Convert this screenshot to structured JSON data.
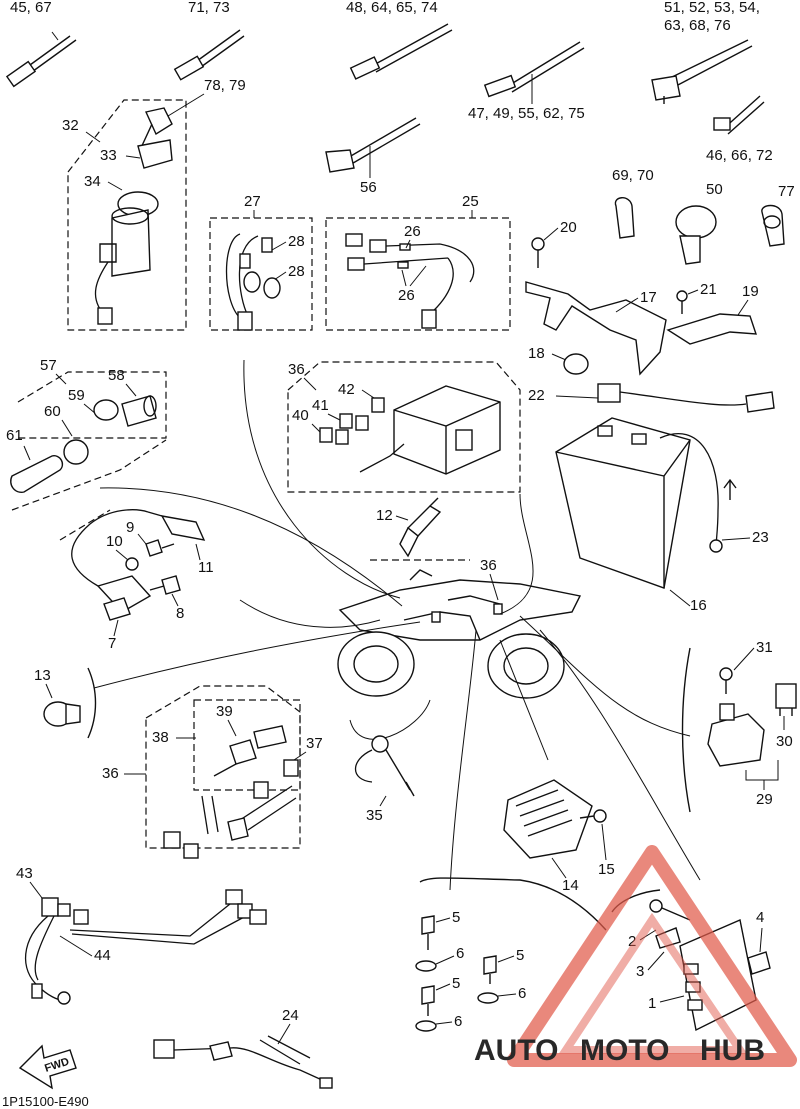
{
  "diagram": {
    "code": "1P15100-E490",
    "fwd_arrow": "FWD",
    "watermark": {
      "logo": "triangle-logo-icon",
      "part1": "AUTO",
      "part2": "MOTO",
      "part3": "HUB",
      "color_primary": "#e8a53a",
      "color_secondary": "#e05a4a",
      "color_dark": "#4a4a4a"
    },
    "labels": {
      "l_45_67": "45, 67",
      "l_71_73": "71, 73",
      "l_48_64": "48, 64, 65, 74",
      "l_51_54": "51, 52, 53, 54,",
      "l_63_76": "63, 68, 76",
      "l_47_75": "47, 49, 55, 62, 75",
      "l_46_72": "46, 66, 72",
      "l_78_79": "78, 79",
      "l_32": "32",
      "l_33": "33",
      "l_34": "34",
      "l_56": "56",
      "l_27": "27",
      "l_28a": "28",
      "l_28b": "28",
      "l_25": "25",
      "l_26a": "26",
      "l_26b": "26",
      "l_69_70": "69, 70",
      "l_50": "50",
      "l_77": "77",
      "l_20": "20",
      "l_17": "17",
      "l_21": "21",
      "l_19": "19",
      "l_18": "18",
      "l_57": "57",
      "l_58": "58",
      "l_59": "59",
      "l_60": "60",
      "l_61": "61",
      "l_36a": "36",
      "l_42": "42",
      "l_41": "41",
      "l_40": "40",
      "l_22": "22",
      "l_23": "23",
      "l_16": "16",
      "l_12": "12",
      "l_9": "9",
      "l_10": "10",
      "l_11": "11",
      "l_8": "8",
      "l_7": "7",
      "l_36b": "36",
      "l_13": "13",
      "l_39": "39",
      "l_38": "38",
      "l_37": "37",
      "l_36c": "36",
      "l_35": "35",
      "l_31": "31",
      "l_30": "30",
      "l_29": "29",
      "l_15": "15",
      "l_14": "14",
      "l_43": "43",
      "l_44": "44",
      "l_5a": "5",
      "l_6a": "6",
      "l_5b": "5",
      "l_6b": "6",
      "l_5c": "5",
      "l_6c": "6",
      "l_4": "4",
      "l_2": "2",
      "l_3": "3",
      "l_1": "1",
      "l_24": "24"
    }
  }
}
